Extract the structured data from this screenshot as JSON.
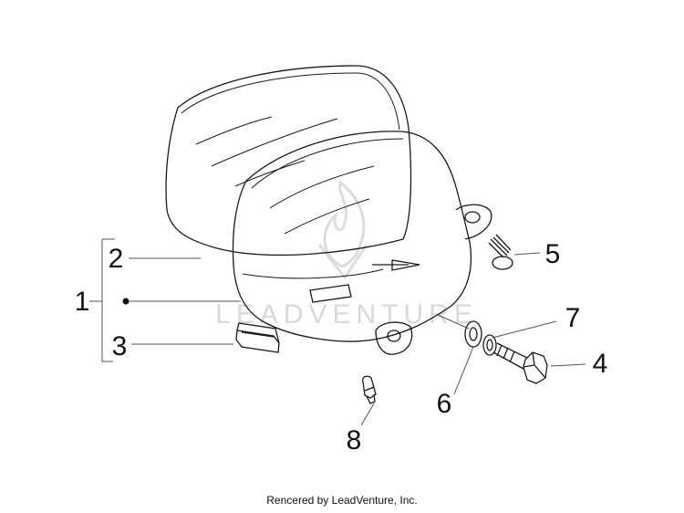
{
  "diagram": {
    "callouts": {
      "c1": "1",
      "c2": "2",
      "c3": "3",
      "c4": "4",
      "c5": "5",
      "c6": "6",
      "c7": "7",
      "c8": "8"
    },
    "watermark": "LEADVENTURE",
    "watermark_icon": "flame-logo-icon"
  },
  "footer": {
    "credit": "Rencered by LeadVenture, Inc."
  }
}
